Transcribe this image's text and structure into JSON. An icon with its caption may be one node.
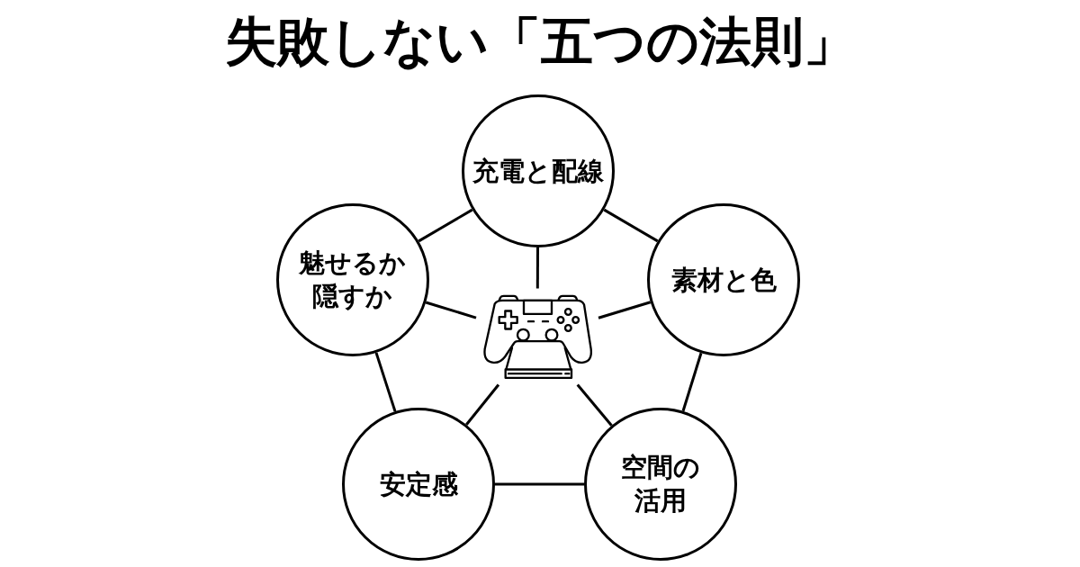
{
  "diagram": {
    "title": "失敗しない「五つの法則」",
    "nodes": [
      {
        "text": [
          "充電と配線"
        ]
      },
      {
        "text": [
          "魅せるか隠すか"
        ]
      },
      {
        "text": [
          "素材と色"
        ]
      },
      {
        "text": [],
        "shape": "picture"
      },
      {
        "text": [
          "安定感"
        ]
      },
      {
        "text": [
          "空間の活用"
        ]
      }
    ],
    "edges": [
      {
        "from": 0,
        "to": 2,
        "arrow": "none"
      },
      {
        "from": 2,
        "to": 5,
        "arrow": "none"
      },
      {
        "from": 5,
        "to": 4,
        "arrow": "none"
      },
      {
        "from": 4,
        "to": 1,
        "arrow": "none"
      },
      {
        "from": 1,
        "to": 0,
        "arrow": "none"
      },
      {
        "from": 3,
        "to": 0,
        "arrow": "none"
      },
      {
        "from": 3,
        "to": 1,
        "arrow": "none"
      },
      {
        "from": 3,
        "to": 2,
        "arrow": "none"
      },
      {
        "from": 3,
        "to": 4,
        "arrow": "none"
      },
      {
        "from": 3,
        "to": 5,
        "arrow": "none"
      }
    ]
  }
}
